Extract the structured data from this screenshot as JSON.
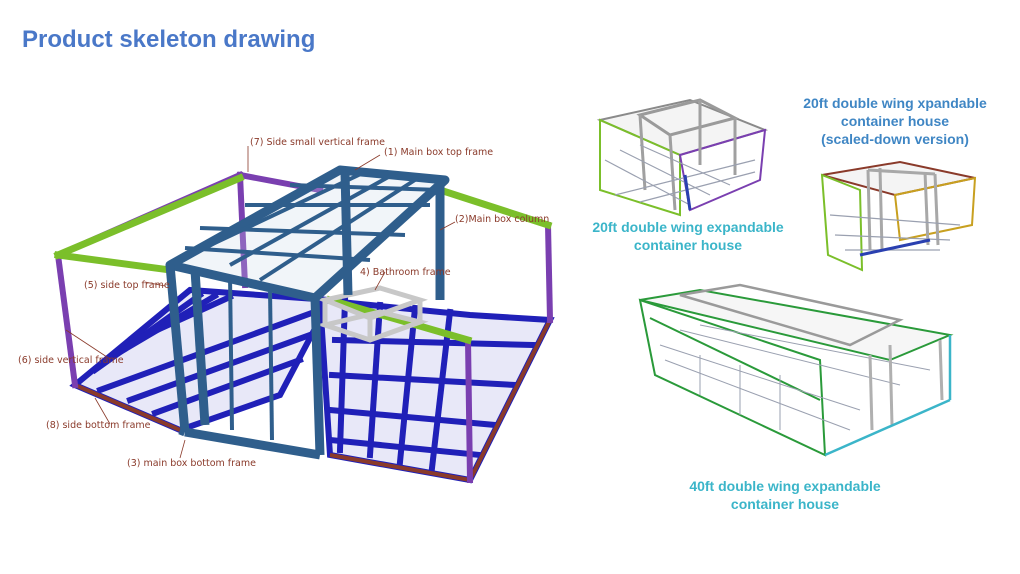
{
  "title": "Product skeleton drawing",
  "colors": {
    "title": "#4a78c8",
    "caption_teal": "#3bb5c9",
    "caption_blue": "#3f86c4",
    "label": "#8a3a2a",
    "main_box": "#2f5e8c",
    "floor_grid": "#2020b8",
    "side_frame_green": "#7bbf2a",
    "side_frame_purple": "#7a3fb0",
    "bathroom": "#c8c8c8"
  },
  "labels": {
    "side_small_vertical": "(7) Side small vertical frame",
    "main_box_top": "(1)  Main box top frame",
    "main_box_column": "(2)Main box column",
    "side_top": "(5) side top frame",
    "bathroom": "4) Bathroom frame",
    "side_vertical": "(6) side vertical frame",
    "side_bottom": "(8) side bottom frame",
    "main_box_bottom": "(3) main box bottom frame"
  },
  "captions": {
    "house_20ft": [
      "20ft double wing expandable",
      "container house"
    ],
    "house_20ft_small": [
      "20ft double wing xpandable",
      "container house",
      "(scaled-down version)"
    ],
    "house_40ft": [
      "40ft double wing expandable",
      "container house"
    ]
  }
}
